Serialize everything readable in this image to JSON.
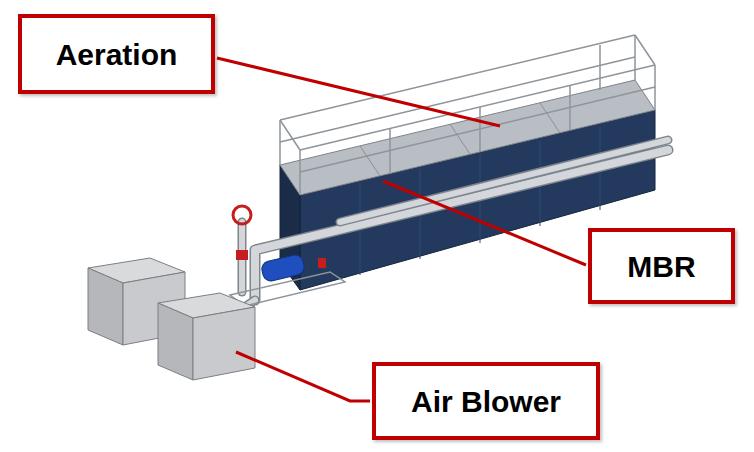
{
  "diagram": {
    "nodes": [
      {
        "text": [
          "Aeration"
        ]
      },
      {
        "text": [
          "MBR"
        ]
      },
      {
        "text": [
          "Air Blower"
        ]
      }
    ]
  }
}
